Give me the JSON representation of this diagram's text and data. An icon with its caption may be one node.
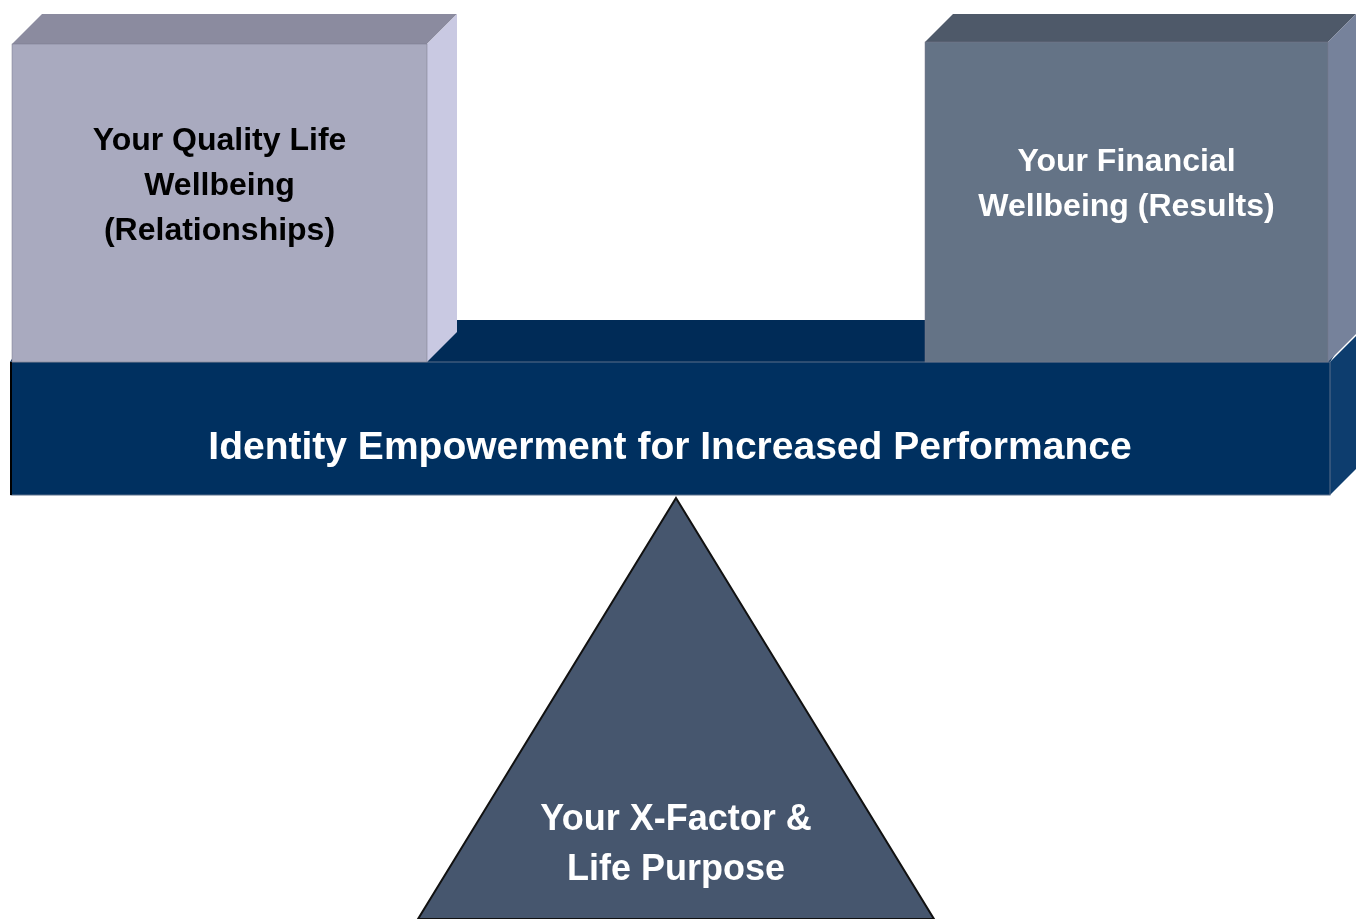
{
  "diagram": {
    "nodes": [
      {
        "text": [
          "Your Quality Life Wellbeing (Relationships)"
        ]
      },
      {
        "text": [
          "Your Financial Wellbeing (Results)"
        ]
      },
      {
        "text": [
          "Identity Empowerment for Increased Performance"
        ]
      },
      {
        "text": [
          "Your X-Factor & Life Purpose"
        ]
      }
    ]
  }
}
